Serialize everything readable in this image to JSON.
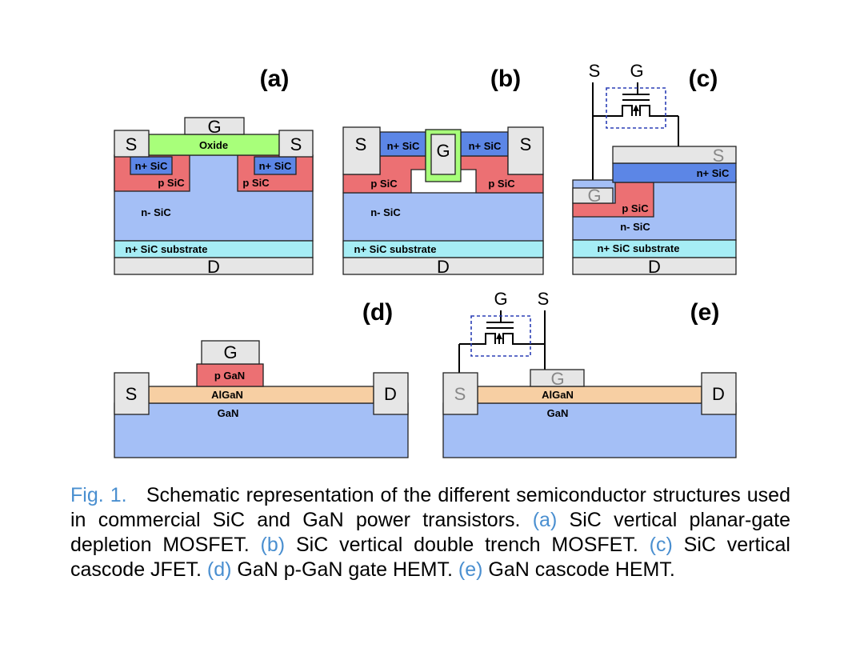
{
  "colors": {
    "metal": "#e6e6e6",
    "oxide": "#a8ff7a",
    "n_plus": "#5c86e6",
    "p_region": "#ec7073",
    "n_minus": "#a4bff6",
    "substrate": "#a6edf5",
    "algan": "#f7cfa3",
    "gan": "#a4bff6",
    "pgan": "#ec7073",
    "mosfet_box": "#2b3fb5",
    "caption_accent": "#4a8fd0"
  },
  "panels": {
    "a": {
      "tag": "(a)",
      "gate": "G",
      "source_left": "S",
      "source_right": "S",
      "drain": "D",
      "oxide": "Oxide",
      "nplus_left": "n+ SiC",
      "nplus_right": "n+ SiC",
      "p_left": "p SiC",
      "p_right": "p SiC",
      "nminus": "n- SiC",
      "substrate": "n+ SiC substrate"
    },
    "b": {
      "tag": "(b)",
      "gate": "G",
      "source_left": "S",
      "source_right": "S",
      "drain": "D",
      "nplus_left": "n+ SiC",
      "nplus_right": "n+ SiC",
      "p_left": "p SiC",
      "p_right": "p SiC",
      "nminus": "n- SiC",
      "substrate": "n+ SiC substrate"
    },
    "c": {
      "tag": "(c)",
      "terminal_s": "S",
      "terminal_g": "G",
      "source": "S",
      "gate": "G",
      "drain": "D",
      "nplus": "n+ SiC",
      "p": "p SiC",
      "nminus": "n- SiC",
      "substrate": "n+ SiC substrate"
    },
    "d": {
      "tag": "(d)",
      "gate": "G",
      "pgan": "p GaN",
      "source": "S",
      "drain": "D",
      "algan": "AlGaN",
      "gan": "GaN"
    },
    "e": {
      "tag": "(e)",
      "terminal_g": "G",
      "terminal_s": "S",
      "gate": "G",
      "source": "S",
      "drain": "D",
      "algan": "AlGaN",
      "gan": "GaN"
    }
  },
  "caption": {
    "fig_label": "Fig. 1.",
    "intro": "Schematic representation of the different semiconductor structures used in commercial SiC and GaN power transistors.",
    "items": [
      {
        "ref": "(a)",
        "text": "SiC vertical planar-gate depletion MOSFET."
      },
      {
        "ref": "(b)",
        "text": "SiC vertical double trench MOSFET."
      },
      {
        "ref": "(c)",
        "text": "SiC vertical cascode JFET."
      },
      {
        "ref": "(d)",
        "text": "GaN p-GaN gate HEMT."
      },
      {
        "ref": "(e)",
        "text": "GaN cascode HEMT."
      }
    ]
  }
}
